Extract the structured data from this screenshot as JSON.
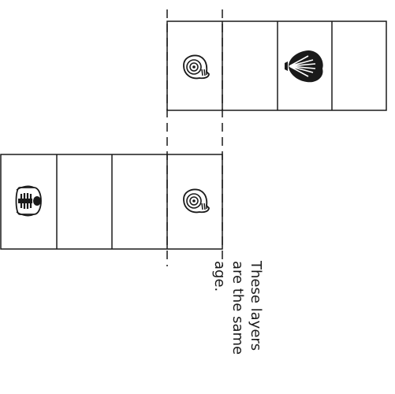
{
  "caption": {
    "line1": "These layers",
    "line2": "are the same",
    "line3": "age."
  },
  "columns": {
    "upper": {
      "cells": [
        "coiled-shell-fossil",
        "",
        "clam-shell-fossil",
        ""
      ]
    },
    "lower": {
      "cells": [
        "trilobite-fossil",
        "",
        "",
        "coiled-shell-fossil"
      ]
    }
  },
  "colors": {
    "line": "#1a1a1a",
    "background": "#ffffff"
  }
}
